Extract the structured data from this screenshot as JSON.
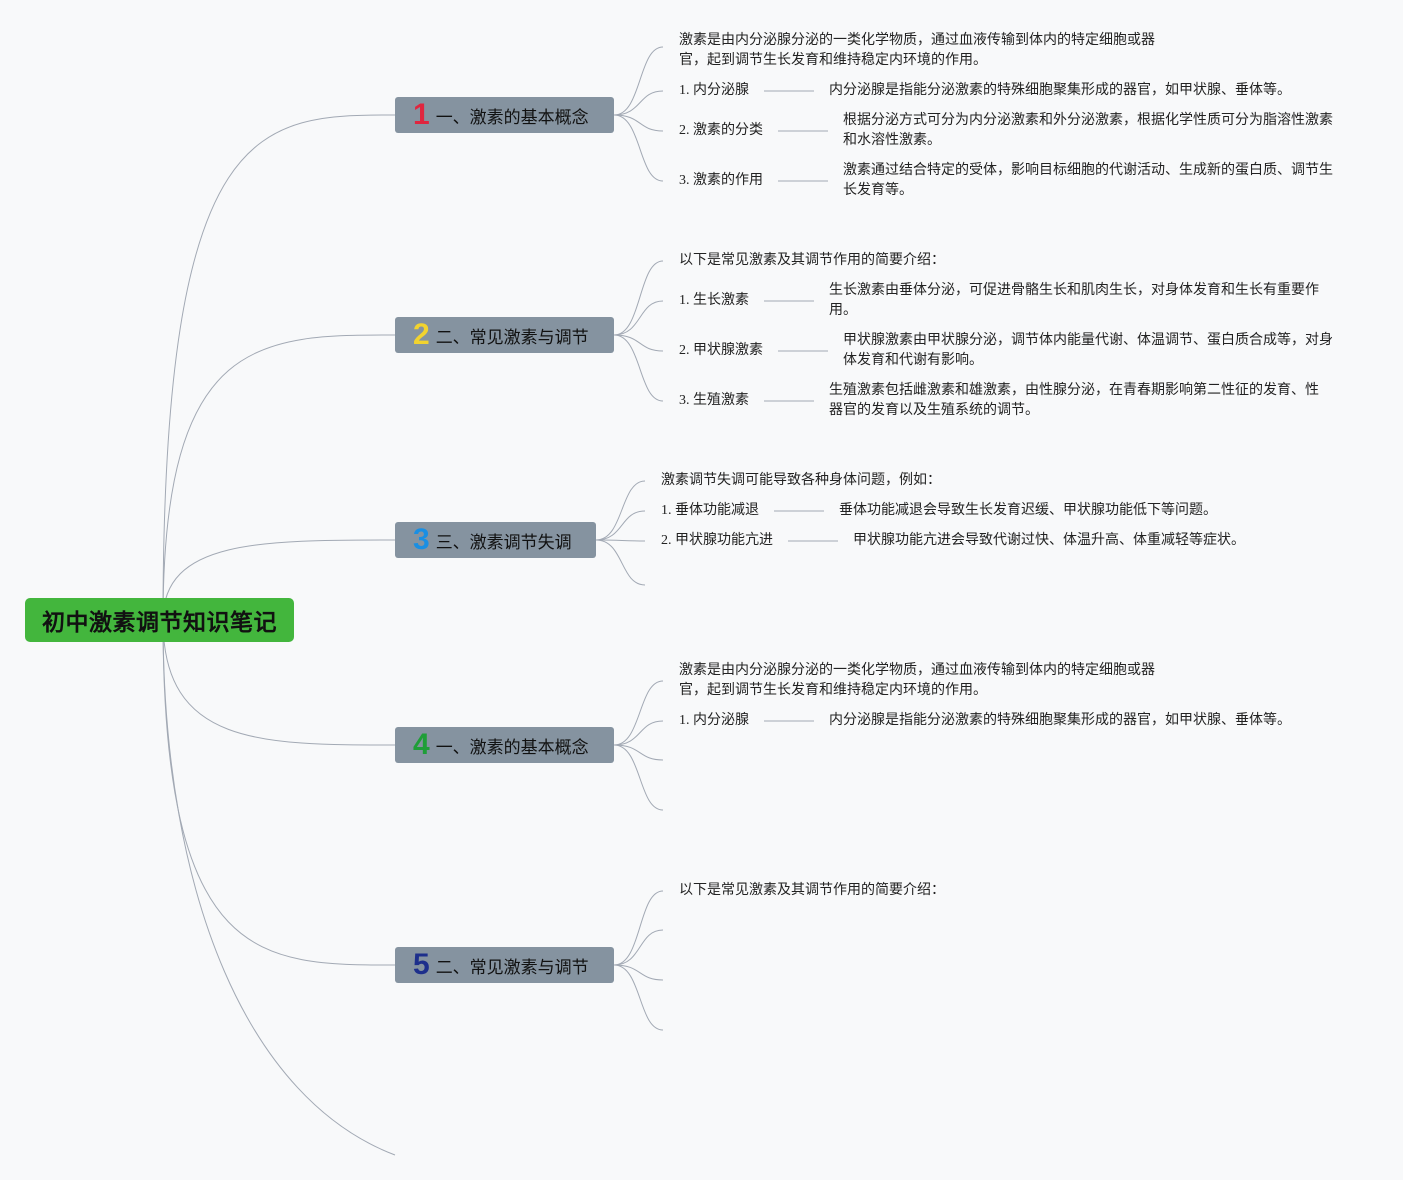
{
  "root": {
    "title": "初中激素调节知识笔记"
  },
  "branches": [
    {
      "num": "1",
      "label": "一、激素的基本概念",
      "intro": [
        "激素是由内分泌腺分泌的一类化学物质，通过血液传输到体内的特定细胞或器",
        "官，起到调节生长发育和维持稳定内环境的作用。"
      ],
      "items": [
        {
          "term": "1. 内分泌腺",
          "desc": [
            "内分泌腺是指能分泌激素的特殊细胞聚集形成的器官，如甲状腺、垂体等。"
          ]
        },
        {
          "term": "2. 激素的分类",
          "desc": [
            "根据分泌方式可分为内分泌激素和外分泌激素，根据化学性质可分为脂溶性激素",
            "和水溶性激素。"
          ]
        },
        {
          "term": "3. 激素的作用",
          "desc": [
            "激素通过结合特定的受体，影响目标细胞的代谢活动、生成新的蛋白质、调节生",
            "长发育等。"
          ]
        }
      ]
    },
    {
      "num": "2",
      "label": "二、常见激素与调节",
      "intro": [
        "以下是常见激素及其调节作用的简要介绍："
      ],
      "items": [
        {
          "term": "1. 生长激素",
          "desc": [
            "生长激素由垂体分泌，可促进骨骼生长和肌肉生长，对身体发育和生长有重要作",
            "用。"
          ]
        },
        {
          "term": "2. 甲状腺激素",
          "desc": [
            "甲状腺激素由甲状腺分泌，调节体内能量代谢、体温调节、蛋白质合成等，对身",
            "体发育和代谢有影响。"
          ]
        },
        {
          "term": "3. 生殖激素",
          "desc": [
            "生殖激素包括雌激素和雄激素，由性腺分泌，在青春期影响第二性征的发育、性",
            "器官的发育以及生殖系统的调节。"
          ]
        }
      ]
    },
    {
      "num": "3",
      "label": "三、激素调节失调",
      "intro": [
        "激素调节失调可能导致各种身体问题，例如："
      ],
      "items": [
        {
          "term": "1. 垂体功能减退",
          "desc": [
            "垂体功能减退会导致生长发育迟缓、甲状腺功能低下等问题。"
          ]
        },
        {
          "term": "2. 甲状腺功能亢进",
          "desc": [
            "甲状腺功能亢进会导致代谢过快、体温升高、体重减轻等症状。"
          ]
        }
      ]
    },
    {
      "num": "4",
      "label": "一、激素的基本概念",
      "intro": [
        "激素是由内分泌腺分泌的一类化学物质，通过血液传输到体内的特定细胞或器",
        "官，起到调节生长发育和维持稳定内环境的作用。"
      ],
      "items": [
        {
          "term": "1. 内分泌腺",
          "desc": [
            "内分泌腺是指能分泌激素的特殊细胞聚集形成的器官，如甲状腺、垂体等。"
          ]
        }
      ]
    },
    {
      "num": "5",
      "label": "二、常见激素与调节",
      "intro": [
        "以下是常见激素及其调节作用的简要介绍："
      ],
      "items": []
    }
  ]
}
